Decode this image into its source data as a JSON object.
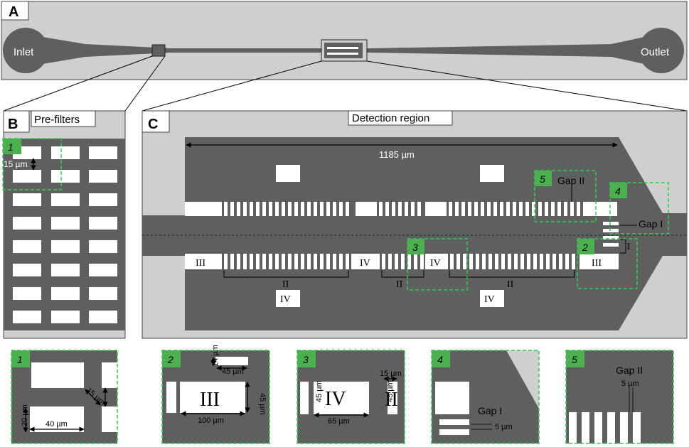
{
  "colors": {
    "background": "#cfcfcf",
    "channel": "#5f5f5f",
    "pillar": "#ffffff",
    "highlight_green": "#4caf50",
    "dashed_green": "#39c75a"
  },
  "panel_a": {
    "letter": "A",
    "inlet": "Inlet",
    "outlet": "Outlet"
  },
  "panel_b": {
    "letter": "B",
    "title": "Pre-filters",
    "zoom_tag": "1",
    "dim": "15 µm"
  },
  "panel_c": {
    "letter": "C",
    "title": "Detection region",
    "length": "1185 µm",
    "gap2": "Gap II",
    "gap1": "Gap I",
    "tags": [
      "5",
      "4",
      "3",
      "2"
    ],
    "roman": [
      "III",
      "IV",
      "III",
      "II",
      "II",
      "II",
      "IV",
      "IV",
      "IV",
      "I"
    ]
  },
  "insets": [
    {
      "tag": "1",
      "labels": [
        "15 µm",
        "20 µm",
        "40 µm"
      ]
    },
    {
      "tag": "2",
      "labels": [
        "14 µm",
        "45 µm",
        "III",
        "45 µm",
        "100 µm"
      ]
    },
    {
      "tag": "3",
      "labels": [
        "15 µm",
        "IV",
        "II",
        "45 µm",
        "45 µm",
        "65 µm"
      ]
    },
    {
      "tag": "4",
      "labels": [
        "Gap I",
        "5 µm"
      ]
    },
    {
      "tag": "5",
      "labels": [
        "Gap II",
        "5 µm"
      ]
    }
  ]
}
